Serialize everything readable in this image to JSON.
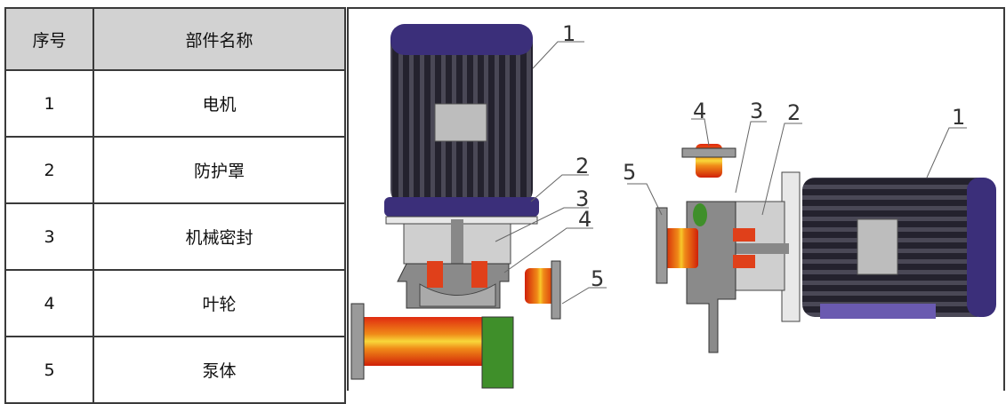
{
  "table": {
    "headers": [
      "序号",
      "部件名称"
    ],
    "rows": [
      {
        "no": "1",
        "name": "电机"
      },
      {
        "no": "2",
        "name": "防护罩"
      },
      {
        "no": "3",
        "name": "机械密封"
      },
      {
        "no": "4",
        "name": "叶轮"
      },
      {
        "no": "5",
        "name": "泵体"
      }
    ]
  },
  "diagram": {
    "vertical_labels": [
      "1",
      "2",
      "3",
      "4",
      "5"
    ],
    "horizontal_labels": [
      "1",
      "2",
      "3",
      "4",
      "5"
    ],
    "colors": {
      "motor": "#2b2745",
      "motor_cap": "#3b2f7a",
      "fluid": "#e8421a",
      "fluid_core": "#f6c22a",
      "green": "#3f8f2a",
      "casing": "#9a9a9a"
    }
  }
}
